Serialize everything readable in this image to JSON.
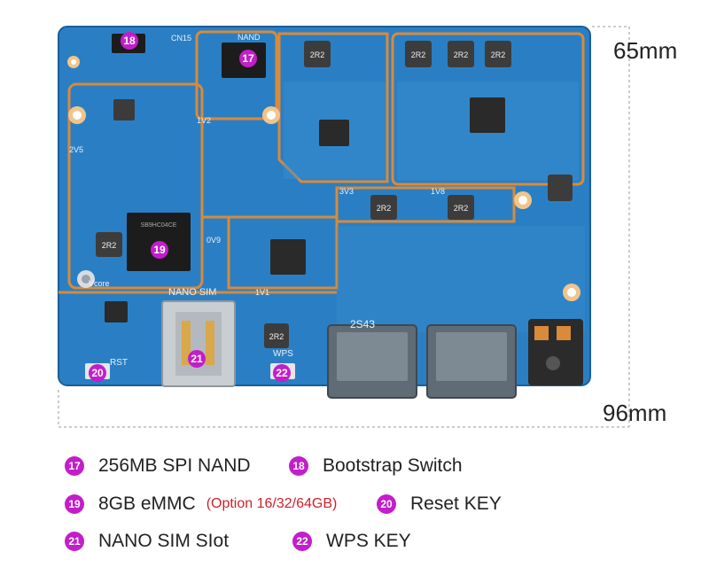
{
  "dimensions": {
    "height": "65mm",
    "width": "96mm"
  },
  "board": {
    "silk": {
      "nand": "NAND",
      "nano_sim": "NANO SIM",
      "rst": "RST",
      "wps": "WPS",
      "vcore": "Vcore",
      "v3v3": "3V3",
      "v1v8": "1V8",
      "v2v5": "2V5",
      "v1v2": "1V2",
      "v0v9": "0V9",
      "v1v1": "1V1",
      "board_code": "2S43",
      "cn15": "CN15",
      "emmc_marking": "SB9HC04CE",
      "inductor": "2R2"
    },
    "markers": [
      {
        "num": "17",
        "label": "256MB SPI NAND"
      },
      {
        "num": "18",
        "label": "Bootstrap Switch"
      },
      {
        "num": "19",
        "label": "8GB eMMC"
      },
      {
        "num": "20",
        "label": "Reset KEY"
      },
      {
        "num": "21",
        "label": "NANO SIM Slot"
      },
      {
        "num": "22",
        "label": "WPS KEY"
      }
    ]
  },
  "legend": [
    {
      "num": "17",
      "text": "256MB SPI NAND",
      "note": ""
    },
    {
      "num": "18",
      "text": "Bootstrap Switch",
      "note": ""
    },
    {
      "num": "19",
      "text": "8GB eMMC",
      "note": "(Option 16/32/64GB)"
    },
    {
      "num": "20",
      "text": "Reset KEY",
      "note": ""
    },
    {
      "num": "21",
      "text": "NANO SIM SIot",
      "note": ""
    },
    {
      "num": "22",
      "text": "WPS KEY",
      "note": ""
    }
  ],
  "colors": {
    "pcb": "#2a7fc4",
    "pcb_dark": "#1f6aa8",
    "trace": "#d98a3a",
    "badge": "#c21ec9",
    "note": "#d0202a",
    "chip": "#1c1c1c"
  }
}
